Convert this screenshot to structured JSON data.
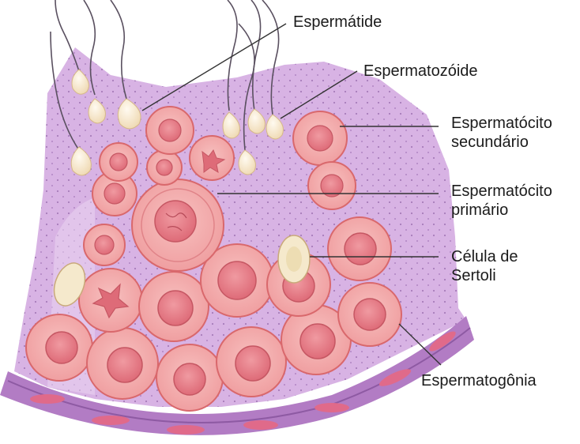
{
  "labels": {
    "espermatide": "Espermátide",
    "espermatozoide": "Espermatozóide",
    "espermatocito_secundario": [
      "Espermatócito",
      "secundário"
    ],
    "espermatocito_primario": [
      "Espermatócito",
      "primário"
    ],
    "celula_de_sertoli": [
      "Célula de",
      "Sertoli"
    ],
    "espermatogonia": "Espermatogônia"
  },
  "colors": {
    "tissue": "#d9b8e6",
    "tissue_light": "#eedcf2",
    "cell_fill": "#f3a7a8",
    "cell_stroke": "#d9686c",
    "nucleus": "#e77a86",
    "sertoli": "#f4e7c9",
    "basement": "#b57cc7",
    "pointer": "#333333"
  }
}
